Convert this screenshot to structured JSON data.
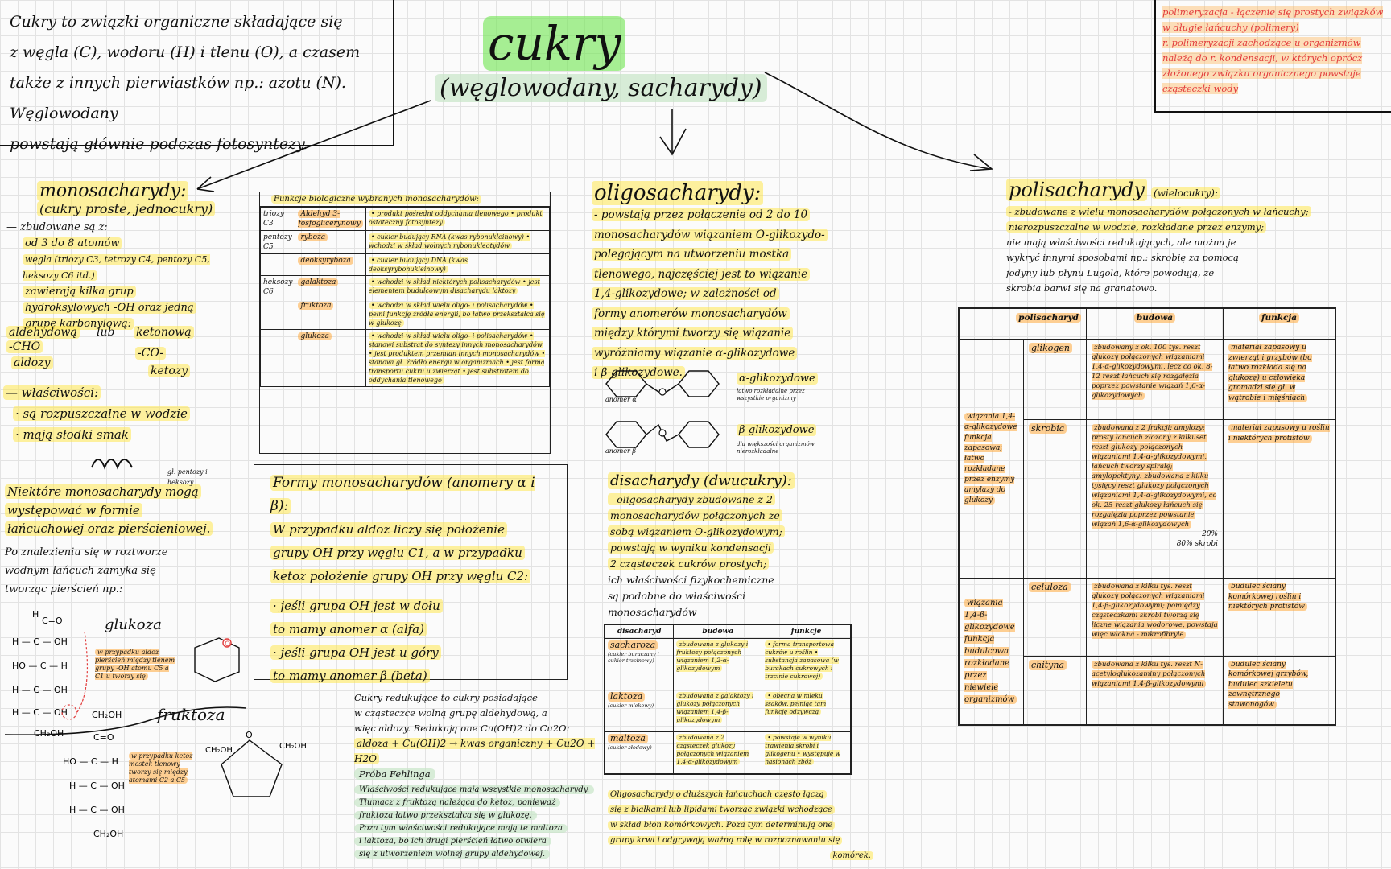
{
  "intro": {
    "line1": "Cukry to związki organiczne składające się",
    "line2": "z węgla (C), wodoru (H) i tlenu (O), a czasem",
    "line3": "także z innych pierwiastków np.: azotu (N). Węglowodany",
    "line4": "powstają głównie podczas fotosyntezy."
  },
  "title": "cukry",
  "subtitle": "(węglowodany, sacharydy)",
  "note_red": {
    "l1": "polimeryzacja - łączenie się prostych związków",
    "l2": "w długie łańcuchy (polimery)",
    "l3": "r. polimeryzacji zachodzące u organizmów",
    "l4": "należą do r. kondensacji, w których oprócz",
    "l5": "złożonego związku organicznego powstaje",
    "l6": "cząsteczki wody"
  },
  "mono": {
    "heading": "monosacharydy:",
    "heading2": "(cukry proste, jednocukry)",
    "b1": "— zbudowane są z:",
    "b2": "od 3 do 8 atomów",
    "b3": "węgla (triozy C3, tetrozy C4, pentozy C5, heksozy C6 itd.)",
    "b4": "zawierają kilka grup",
    "b5": "hydroksylowych -OH oraz jedną",
    "b6": "grupę karbonylową:",
    "ald": "aldehydową",
    "lub": "lub",
    "ket": "ketonową",
    "cho": "-CHO",
    "co": "-CO-",
    "aldozy": "aldozy",
    "ketozy": "ketozy",
    "props": "— właściwości:",
    "p1": "· są rozpuszczalne w wodzie",
    "p2": "· mają słodki smak",
    "some1": "Niektóre monosacharydy mogą",
    "some2": "występować w formie",
    "some3": "łańcuchowej oraz pierścieniowej.",
    "some_note": "gł. pentozy i heksozy",
    "after1": "Po znalezieniu się w roztworze",
    "after2": "wodnym łańcuch zamyka się",
    "after3": "tworząc pierścień np.:",
    "glukoza": "glukoza",
    "fruktoza": "fruktoza",
    "gl_note": "w przypadku aldoz pierścień między tlenem grupy -OH atomu C5 a C1 u tworzy się",
    "fr_note": "w przypadku ketoz mostek tlenowy tworzy się między atomami C2 a C5"
  },
  "func_table": {
    "title": "Funkcje biologiczne wybranych monosacharydów:",
    "rows": [
      {
        "group": "triozy C3",
        "name": "Aldehyd 3-fosfoglicerynowy",
        "desc": "• produkt pośredni oddychania tlenowego • produkt ostateczny fotosyntezy"
      },
      {
        "group": "pentozy C5",
        "name": "ryboza",
        "desc": "• cukier budujący RNA (kwas rybonukleinowy) • wchodzi w skład wolnych rybonukleotydów"
      },
      {
        "group": "",
        "name": "deoksyryboza",
        "desc": "• cukier budujący DNA (kwas deoksyrybonukleinowy)"
      },
      {
        "group": "heksozy C6",
        "name": "galaktoza",
        "desc": "• wchodzi w skład niektórych polisacharydów • jest elementem budulcowym disacharydu laktozy"
      },
      {
        "group": "",
        "name": "fruktoza",
        "desc": "• wchodzi w skład wielu oligo- i polisacharydów • pełni funkcję źródła energii, bo łatwo przekształca się w glukozę"
      },
      {
        "group": "",
        "name": "glukoza",
        "desc": "• wchodzi w skład wielu oligo- i polisacharydów • stanowi substrat do syntezy innych monosacharydów • jest produktem przemian innych monosacharydów • stanowi gł. źródło energii w organizmach • jest formą transportu cukru u zwierząt • jest substratem do oddychania tlenowego"
      }
    ]
  },
  "anomers": {
    "title": "Formy monosacharydów (anomery α i β):",
    "l1": "W przypadku aldoz liczy się położenie",
    "l2": "grupy OH przy węglu C1, a w przypadku",
    "l3": "ketoz położenie grupy OH przy węglu C2:",
    "l4": "· jeśli grupa OH jest w dołu",
    "l5": "to mamy anomer α (alfa)",
    "l6": "· jeśli grupa OH jest u góry",
    "l7": "to mamy anomer β (beta)"
  },
  "reducing": {
    "l1": "Cukry redukujące to cukry posiadające",
    "l2": "w cząsteczce wolną grupę aldehydową, a",
    "l3": "więc aldozy. Redukują one Cu(OH)2 do Cu2O:",
    "eq": "aldoza + Cu(OH)2 → kwas organiczny + Cu2O + H2O",
    "proba": "Próba Fehlinga",
    "w1": "Właściwości redukujące mają wszystkie monosacharydy.",
    "w2": "Tłumacz z fruktozą należąca do ketoz, ponieważ",
    "w3": "fruktoza łatwo przekształca się w glukozę.",
    "w4": "Poza tym właściwości redukujące mają te maltoza",
    "w5": "i laktoza, bo ich drugi pierścień łatwo otwiera",
    "w6": "się z utworzeniem wolnej grupy aldehydowej."
  },
  "oligo": {
    "heading": "oligosacharydy:",
    "l1": "- powstają przez połączenie od 2 do 10",
    "l2": "monosacharydów wiązaniem O-glikozydo-",
    "l3": "polegającym na utworzeniu mostka",
    "l4": "tlenowego, najczęściej jest to wiązanie",
    "l5": "1,4-glikozydowe; w zależności od",
    "l6": "formy anomerów monosacharydów",
    "l7": "między którymi tworzy się wiązanie",
    "l8": "wyróżniamy wiązanie α-glikozydowe",
    "l9": "i β-glikozydowe.",
    "alpha": "α-glikozydowe",
    "alpha_note": "łatwo rozkładalne przez wszystkie organizmy",
    "beta": "β-glikozydowe",
    "beta_note": "dla większości organizmów nierozkładalne",
    "anomer_a": "anomer α",
    "anomer_b": "anomer β",
    "di_h": "disacharydy (dwucukry):",
    "d1": "- oligosacharydy zbudowane z 2",
    "d2": "monosacharydów połączonych ze",
    "d3": "sobą wiązaniem O-glikozydowym;",
    "d4": "powstają w wyniku kondensacji",
    "d5": "2 cząsteczek cukrów prostych;",
    "d6": "ich właściwości fizykochemiczne",
    "d7": "są podobne do właściwości",
    "d8": "monosacharydów",
    "end1": "Oligosacharydy o dłuższych łańcuchach często łączą",
    "end2": "się z białkami lub lipidami tworząc związki wchodzące",
    "end3": "w skład błon komórkowych. Poza tym determinują one",
    "end4": "grupy krwi i odgrywają ważną rolę w rozpoznawaniu się",
    "end5": "komórek."
  },
  "di_table": {
    "headers": [
      "disacharyd",
      "budowa",
      "funkcje"
    ],
    "rows": [
      {
        "name": "sacharoza",
        "sub": "(cukier buraczany i cukier trzcinowy)",
        "budowa": "zbudowana z glukozy i fruktozy połączonych wiązaniem 1,2-α-glikozydowym",
        "funkcje": "• forma transportowa cukrów u roślin • substancja zapasowa (w burakach cukrowych i trzcinie cukrowej)"
      },
      {
        "name": "laktoza",
        "sub": "(cukier mlekowy)",
        "budowa": "zbudowana z galaktozy i glukozy połączonych wiązaniem 1,4-β-glikozydowym",
        "funkcje": "• obecna w mleku ssaków, pełniąc tam funkcję odżywczą"
      },
      {
        "name": "maltoza",
        "sub": "(cukier słodowy)",
        "budowa": "zbudowana z 2 cząsteczek glukozy połączonych wiązaniem 1,4-α-glikozydowym",
        "funkcje": "• powstaje w wyniku trawienia skrobi i glikogenu • występuje w nasionach zbóż"
      }
    ]
  },
  "poly": {
    "heading": "polisacharydy",
    "heading_sub": "(wielocukry):",
    "l1": "- zbudowane z wielu monosacharydów połączonych w łańcuchy;",
    "l2": "nierozpuszczalne w wodzie, rozkładane przez enzymy;",
    "l3": "nie mają właściwości redukujących, ale można je",
    "l4": "wykryć innymi sposobami np.: skrobię za pomocą",
    "l5": "jodyny lub płynu Lugola, które powodują, że",
    "l6": "skrobia barwi się na granatowo.",
    "headers": [
      "polisacharyd",
      "budowa",
      "funkcja"
    ],
    "g1_label": "wiązania 1,4-α-glikozydowe funkcja zapasowa; łatwo rozkładane przez enzymy amylazy do glukozy",
    "g2_label": "wiązania 1,4-β-glikozydowe funkcja budulcowa rozkładane przez niewiele organizmów",
    "rows": [
      {
        "name": "glikogen",
        "budowa": "zbudowany z ok. 100 tys. reszt glukozy połączonych wiązaniami 1,4-α-glikozydowymi, lecz co ok. 8-12 reszt łańcuch się rozgałęzia poprzez powstanie wiązań 1,6-α-glikozydowych",
        "funkcja": "materiał zapasowy u zwierząt i grzybów (bo łatwo rozkłada się na glukozę) u człowieka gromadzi się gł. w wątrobie i mięśniach"
      },
      {
        "name": "skrobia",
        "budowa": "zbudowana z 2 frakcji: amylozy: prosty łańcuch złożony z kilkuset reszt glukozy połączonych wiązaniami 1,4-α-glikozydowymi, łańcuch tworzy spiralę; amylopektyny: zbudowana z kilku tysięcy reszt glukozy połączonych wiązaniami 1,4-α-glikozydowymi, co ok. 25 reszt glukozy łańcuch się rozgałęzia poprzez powstanie wiązań 1,6-α-glikozydowych",
        "pct1": "20%",
        "pct2": "80% skrobi",
        "funkcja": "materiał zapasowy u roślin i niektórych protistów"
      },
      {
        "name": "celuloza",
        "budowa": "zbudowana z kilku tys. reszt glukozy połączonych wiązaniami 1,4-β-glikozydowymi; pomiędzy cząsteczkami skrobi tworzą się liczne wiązania wodorowe, powstają więc włókna - mikrofibryle",
        "funkcja": "budulec ściany komórkowej roślin i niektórych protistów"
      },
      {
        "name": "chityna",
        "budowa": "zbudowana z kilku tys. reszt N-acetyloglukozaminy połączonych wiązaniami 1,4-β-glikozydowymi",
        "funkcja": "budulec ściany komórkowej grzybów, budulec szkieletu zewnętrznego stawonogów"
      }
    ]
  }
}
